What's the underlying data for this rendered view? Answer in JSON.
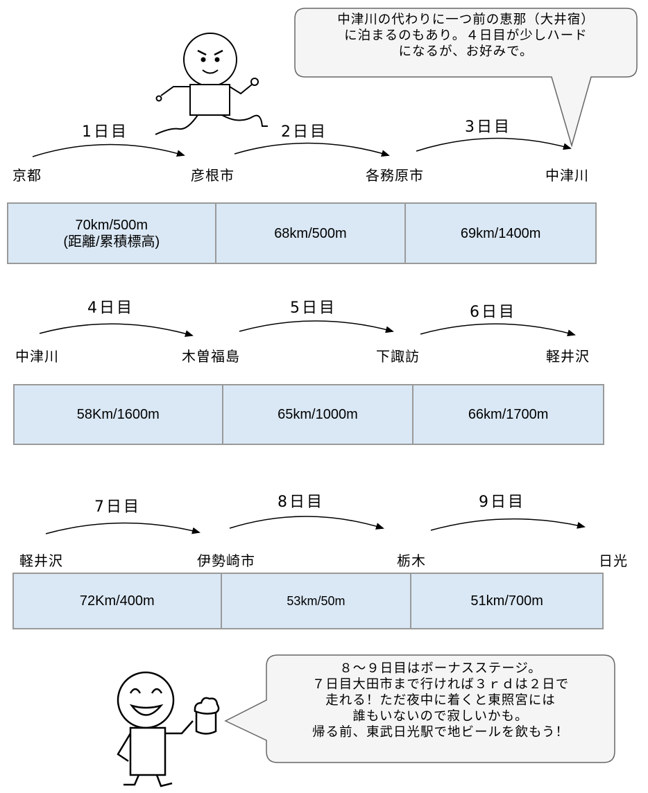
{
  "callouts": {
    "top": [
      "中津川の代わりに一つ前の恵那（大井宿）",
      "に泊まるのもあり。４日目が少しハード",
      "になるが、お好みで。"
    ],
    "bottom": [
      "８〜９日目はボーナスステージ。",
      "７日目大田市まで行ければ３ｒｄは２日で",
      "走れる！ただ夜中に着くと東照宮には",
      "誰もいないので寂しいかも。",
      "帰る前、東武日光駅で地ビールを飲もう！"
    ]
  },
  "rows": [
    {
      "days": [
        "1日目",
        "2日目",
        "3日目"
      ],
      "cities": [
        "京都",
        "彦根市",
        "各務原市",
        "中津川"
      ],
      "segments": [
        "70km/500m\n(距離/累積標高)",
        "68km/500m",
        "69km/1400m"
      ]
    },
    {
      "days": [
        "4日目",
        "5日目",
        "6日目"
      ],
      "cities": [
        "中津川",
        "木曽福島",
        "下諏訪",
        "軽井沢"
      ],
      "segments": [
        "58Km/1600m",
        "65km/1000m",
        "66km/1700m"
      ]
    },
    {
      "days": [
        "7日目",
        "8日目",
        "9日目"
      ],
      "cities": [
        "軽井沢",
        "伊勢崎市",
        "栃木",
        "日光"
      ],
      "segments": [
        "72Km/400m",
        "53km/50m",
        "51km/700m"
      ]
    }
  ]
}
